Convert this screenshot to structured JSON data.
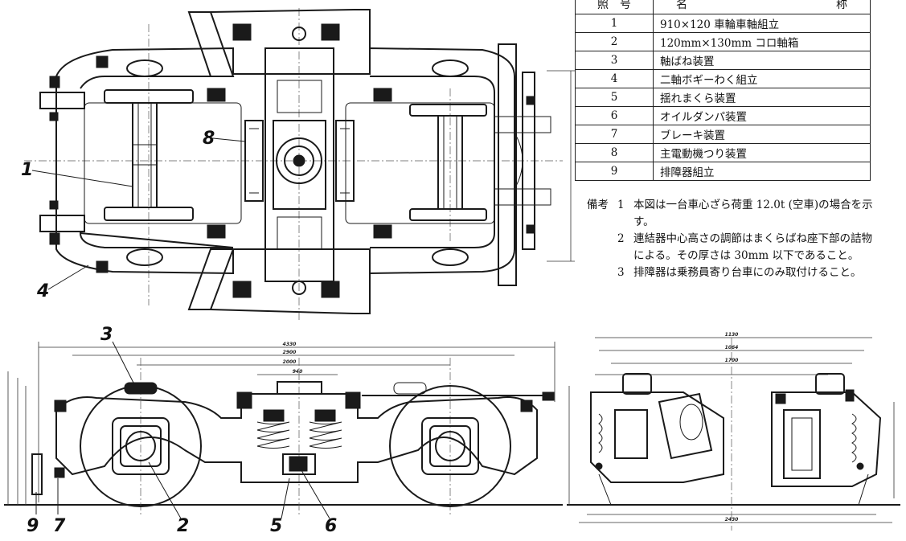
{
  "parts_table": {
    "header": {
      "no": "照　号",
      "name_left": "名",
      "name_right": "称"
    },
    "rows": [
      {
        "no": "1",
        "name": "910×120 車輪車軸組立"
      },
      {
        "no": "2",
        "name": "120mm×130mm コロ軸箱"
      },
      {
        "no": "3",
        "name": "軸ばね装置"
      },
      {
        "no": "4",
        "name": "二軸ボギーわく組立"
      },
      {
        "no": "5",
        "name": "揺れまくら装置"
      },
      {
        "no": "6",
        "name": "オイルダンパ装置"
      },
      {
        "no": "7",
        "name": "ブレーキ装置"
      },
      {
        "no": "8",
        "name": "主電動機つり装置"
      },
      {
        "no": "9",
        "name": "排障器組立"
      }
    ]
  },
  "notes": {
    "heading": "備考",
    "items": [
      {
        "num": "1",
        "text": "本図は一台車心ざら荷重 12.0t (空車)の場合を示す。"
      },
      {
        "num": "2",
        "text": "連結器中心高さの調節はまくらばね座下部の詰物による。その厚さは 30mm 以下であること。"
      },
      {
        "num": "3",
        "text": "排障器は乗務員寄り台車にのみ取付けること。"
      }
    ]
  },
  "callouts": {
    "c1": "1",
    "c2": "2",
    "c3": "3",
    "c4": "4",
    "c5": "5",
    "c6": "6",
    "c7": "7",
    "c8": "8",
    "c9": "9"
  },
  "dimensions": {
    "side_overall": "4330",
    "side_wheelbase": "2900",
    "side_inner": "2000",
    "side_center": "940",
    "end_width_top": "1130",
    "end_width_2": "1064",
    "end_width_3": "1700",
    "end_bottom": "2430"
  }
}
